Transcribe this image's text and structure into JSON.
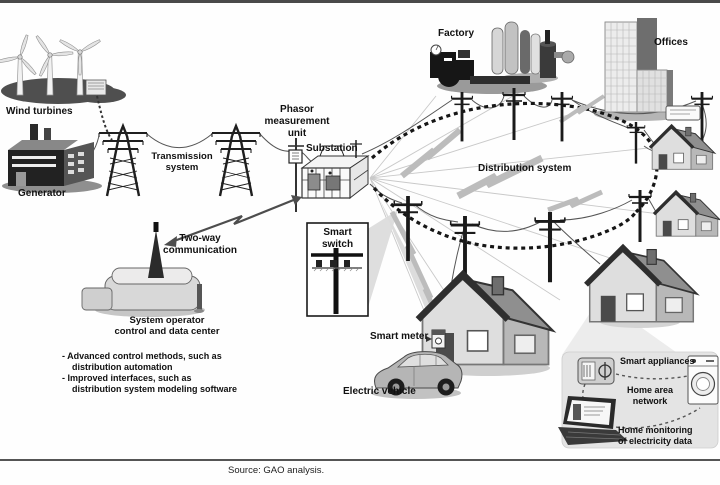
{
  "source_note": "Source: GAO analysis.",
  "generation": {
    "wind_turbines": "Wind turbines",
    "generator": "Generator"
  },
  "transmission": {
    "label_1": "Transmission",
    "label_2": "system",
    "pmu_1": "Phasor",
    "pmu_2": "measurement",
    "pmu_3": "unit",
    "substation": "Substation"
  },
  "distribution": {
    "label": "Distribution system",
    "smart_switch_1": "Smart",
    "smart_switch_2": "switch",
    "smart_meter": "Smart meter"
  },
  "consumers": {
    "factory": "Factory",
    "offices": "Offices",
    "electric_vehicle": "Electric vehicle"
  },
  "operations": {
    "two_way_1": "Two-way",
    "two_way_2": "communication",
    "center_1": "System operator",
    "center_2": "control and data center",
    "bullet_1": "- Advanced control methods, such as",
    "bullet_1_cont": "distribution automation",
    "bullet_2": "- Improved interfaces, such as",
    "bullet_2_cont": "distribution system modeling software"
  },
  "home": {
    "smart_appliances": "Smart appliances",
    "han_1": "Home area",
    "han_2": "network",
    "monitoring_1": "Home monitoring",
    "monitoring_2": "of electricity data"
  },
  "colors": {
    "ink": "#1a1a1a",
    "mid_gray": "#8a8a8a",
    "light_gray": "#d9d9d9",
    "panel_gray": "#e4e4e4",
    "bolt_gray": "#bcbcbc"
  }
}
